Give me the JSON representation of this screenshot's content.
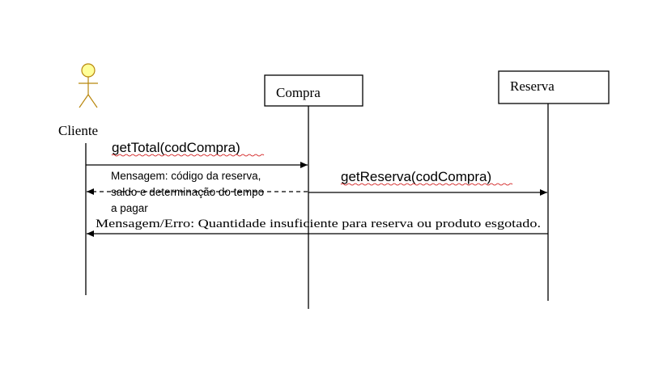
{
  "diagram": {
    "actor": {
      "label": "Cliente"
    },
    "participants": {
      "compra": {
        "label": "Compra"
      },
      "reserva": {
        "label": "Reserva"
      }
    },
    "messages": {
      "get_total": "getTotal(codCompra)",
      "return_line1": "Mensagem: código da reserva,",
      "return_line2": "saldo e determinação do tempo",
      "return_line3": "a pagar",
      "get_reserva": "getReserva(codCompra)",
      "error": "Mensagem/Erro: Quantidade insuficiente para reserva ou produto esgotado."
    },
    "colors": {
      "actor_head": "#ffff99",
      "actor_outline": "#b8860b",
      "line": "#000000",
      "spellcheck_underline": "#cc0000"
    }
  }
}
